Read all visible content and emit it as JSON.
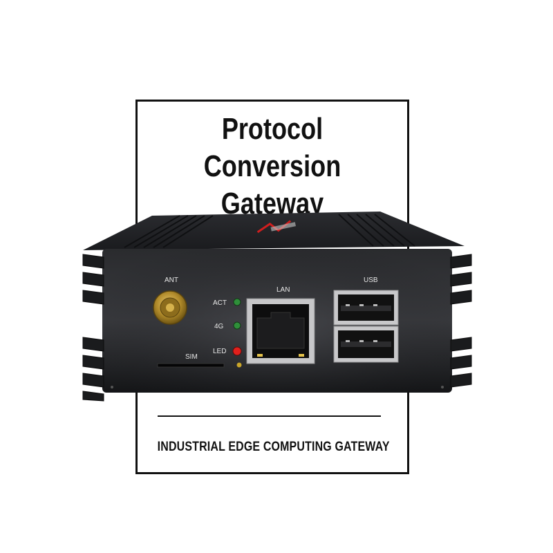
{
  "title": {
    "line1": "Protocol Conversion",
    "line2": "Gateway"
  },
  "subtitle": "INDUSTRIAL EDGE COMPUTING GATEWAY",
  "device": {
    "labels": {
      "ant": "ANT",
      "act": "ACT",
      "g4": "4G",
      "led": "LED",
      "sim": "SIM",
      "lan": "LAN",
      "usb": "USB"
    },
    "colors": {
      "body": "#1d1e20",
      "led_green": "#2f8f3a",
      "led_red": "#e0201c",
      "antenna_gold": "#b08a2a"
    }
  }
}
